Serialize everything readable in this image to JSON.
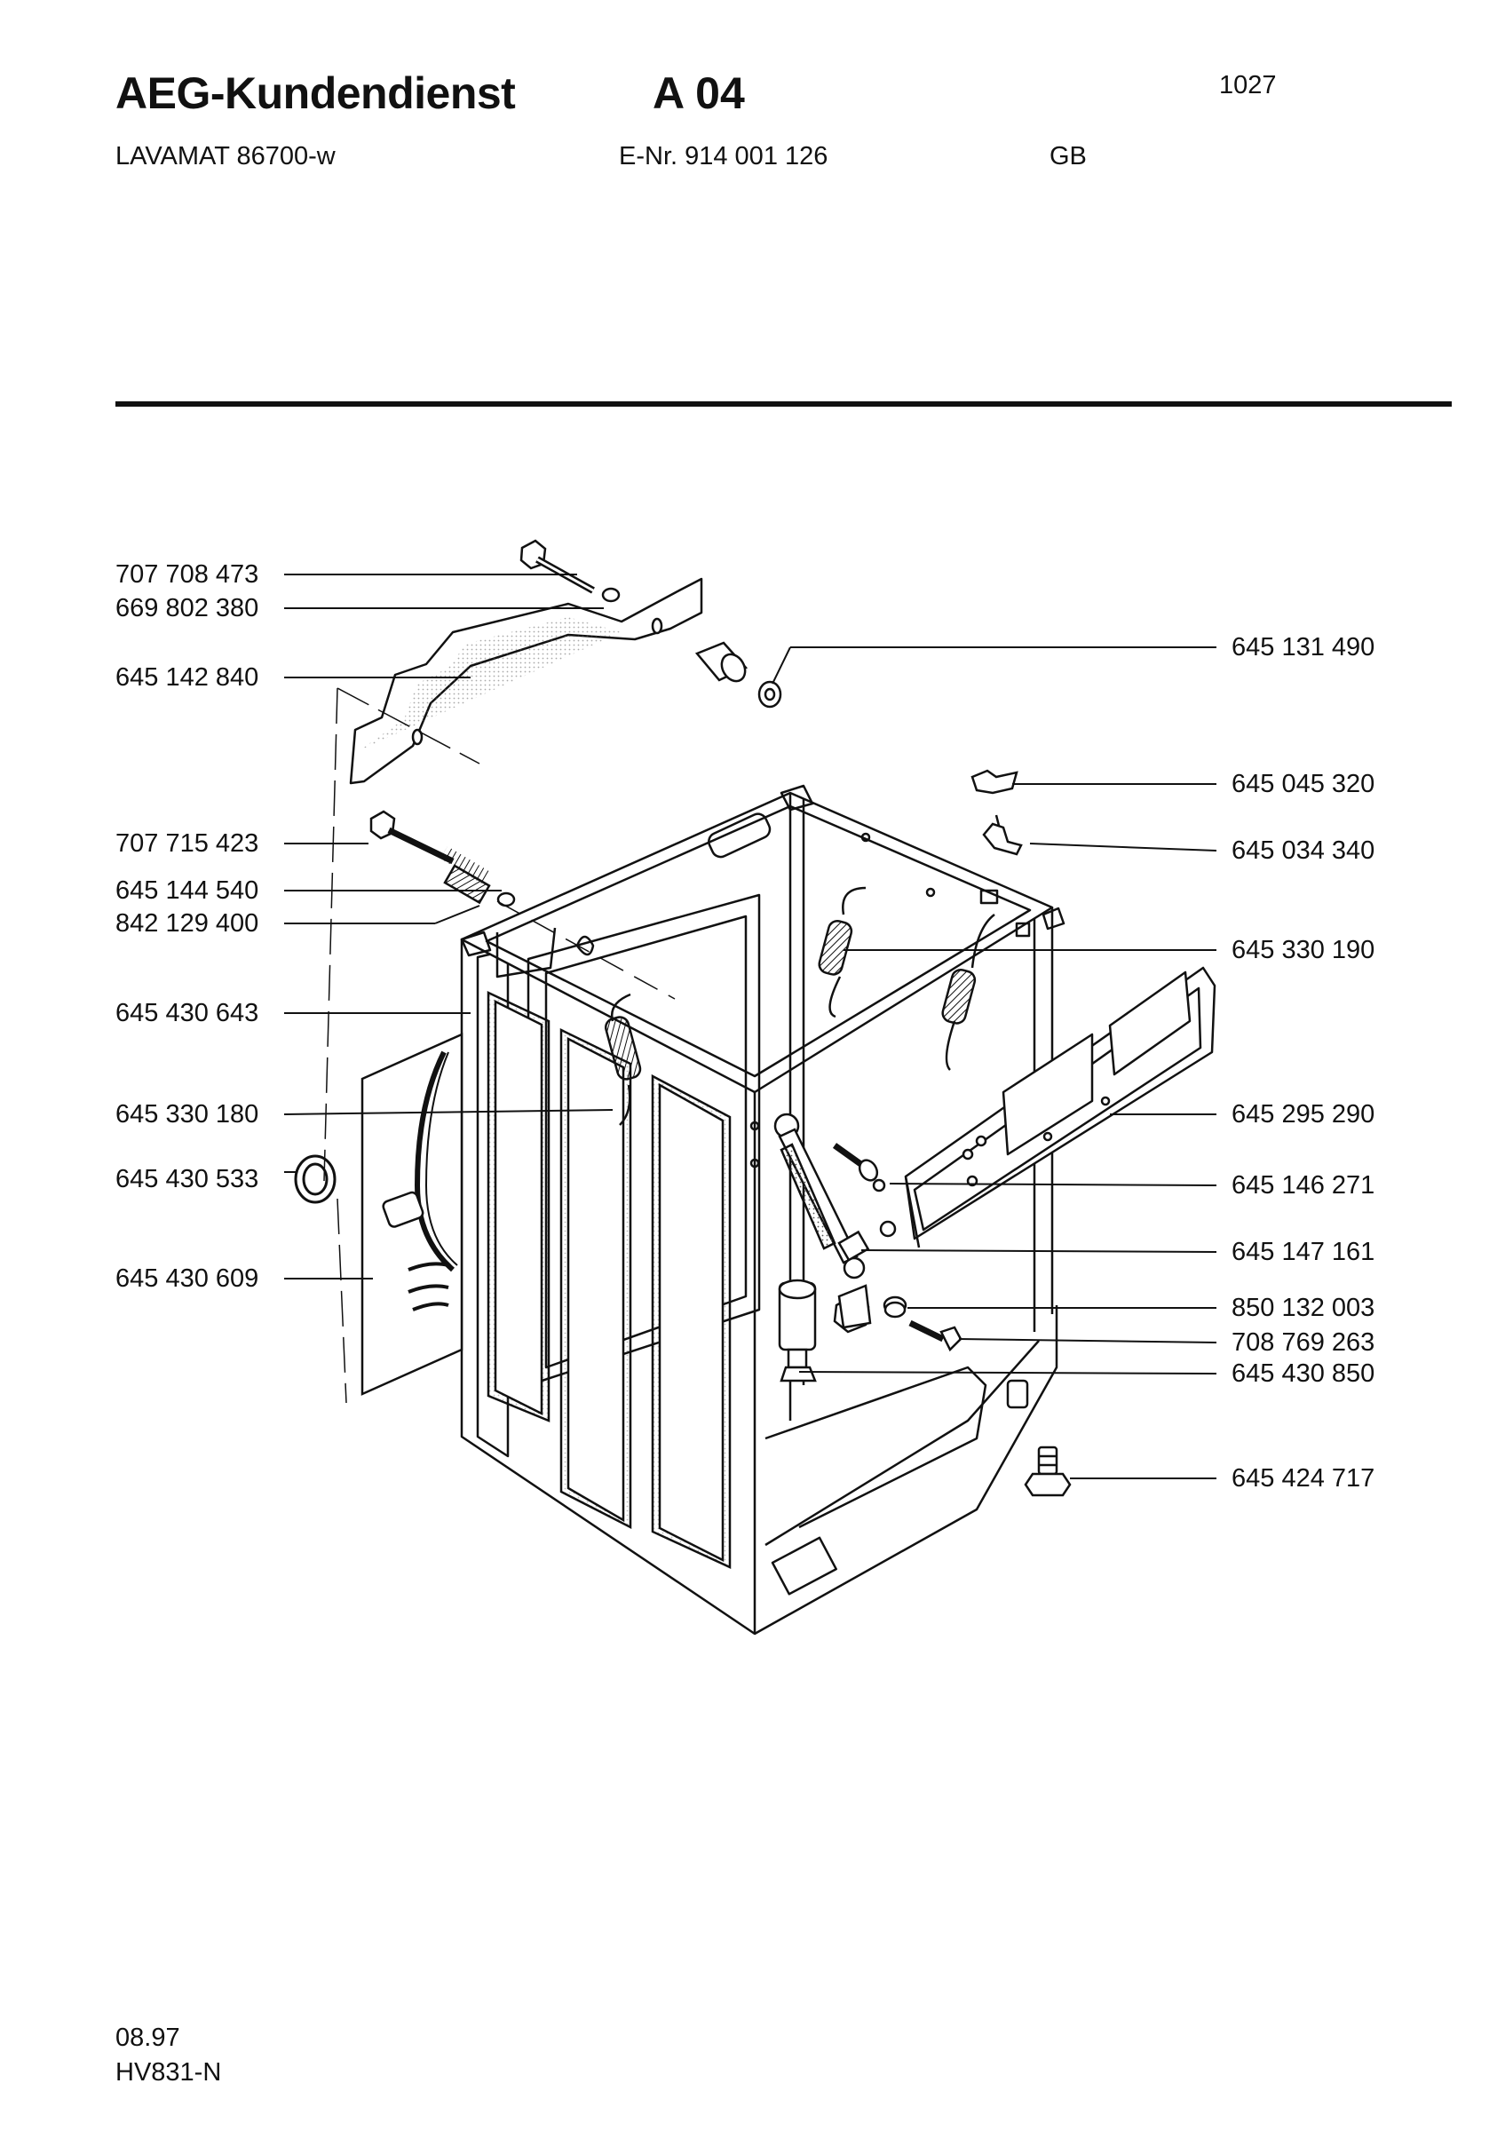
{
  "header": {
    "brand": "AEG-Kundendienst",
    "sheet": "A 04",
    "page_number": "1027",
    "model": "LAVAMAT 86700-w",
    "enr": "E-Nr. 914 001 126",
    "language": "GB"
  },
  "parts_left": [
    "707 708 473",
    "669 802 380",
    "645 142 840",
    "707 715 423",
    "645 144 540",
    "842 129 400",
    "645 430 643",
    "645 330 180",
    "645 430 533",
    "645 430 609"
  ],
  "parts_right": [
    "645 131 490",
    "645 045 320",
    "645 034 340",
    "645 330 190",
    "645 295 290",
    "645 146 271",
    "645 147 161",
    "850 132 003",
    "708 769 263",
    "645 430 850",
    "645 424 717"
  ],
  "footer": {
    "date": "08.97",
    "doc_ref": "HV831-N"
  }
}
